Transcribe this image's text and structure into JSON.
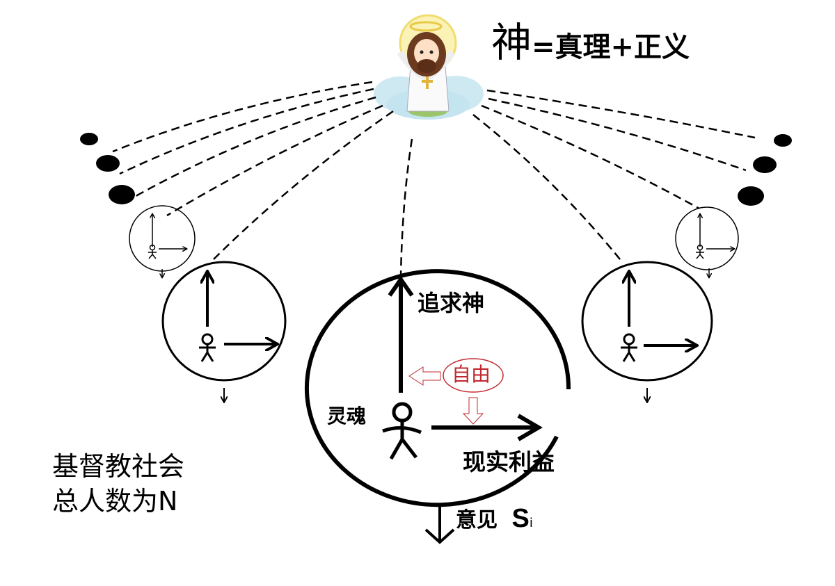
{
  "title": {
    "god": "神",
    "equation": "=真理+正义"
  },
  "main_circle": {
    "up_label": "追求神",
    "freedom_label": "自由",
    "soul_label": "灵魂",
    "right_label": "现实利益"
  },
  "opinion": {
    "label": "意见",
    "symbol": "S",
    "subscript": "i"
  },
  "society": {
    "line1": "基督教社会",
    "line2": "总人数为N"
  },
  "colors": {
    "freedom": "#c0282d",
    "ink": "#000000",
    "cloud": "#bfe3ee",
    "halo": "#f6e27a"
  }
}
